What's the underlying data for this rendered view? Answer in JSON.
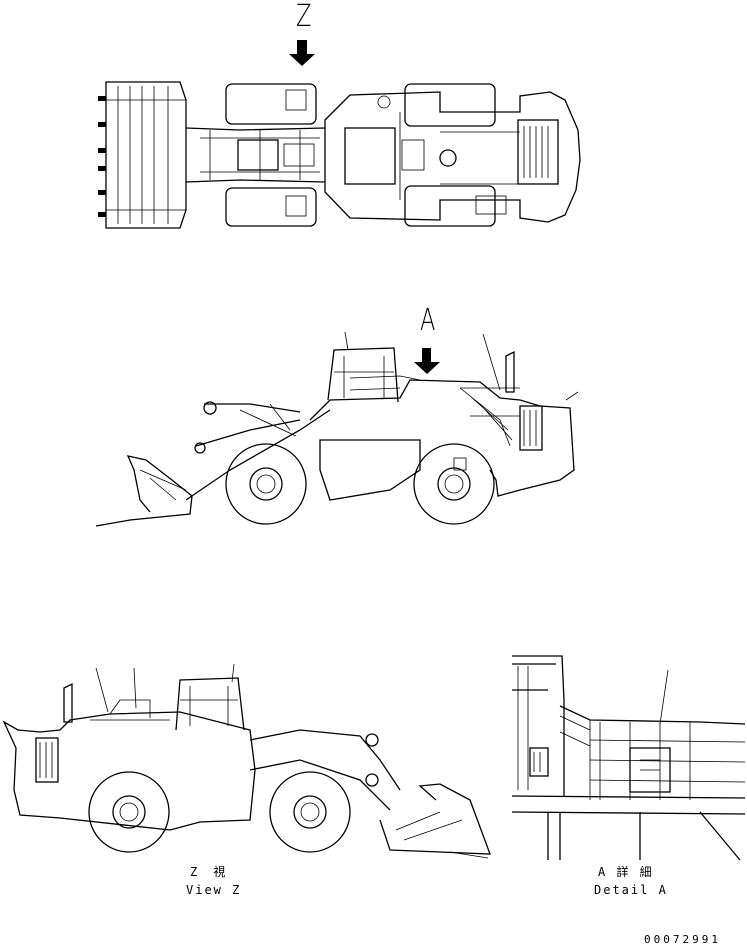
{
  "top_view": {
    "arrow_label": "Z"
  },
  "side_view": {
    "arrow_label": "A"
  },
  "view_z": {
    "caption_jp": "Z　視",
    "caption_en": "View Z"
  },
  "detail_a": {
    "caption_jp": "A 詳 細",
    "caption_en": "Detail A"
  },
  "drawing_number": "00072991",
  "colors": {
    "line": "#000000",
    "background": "#ffffff"
  }
}
